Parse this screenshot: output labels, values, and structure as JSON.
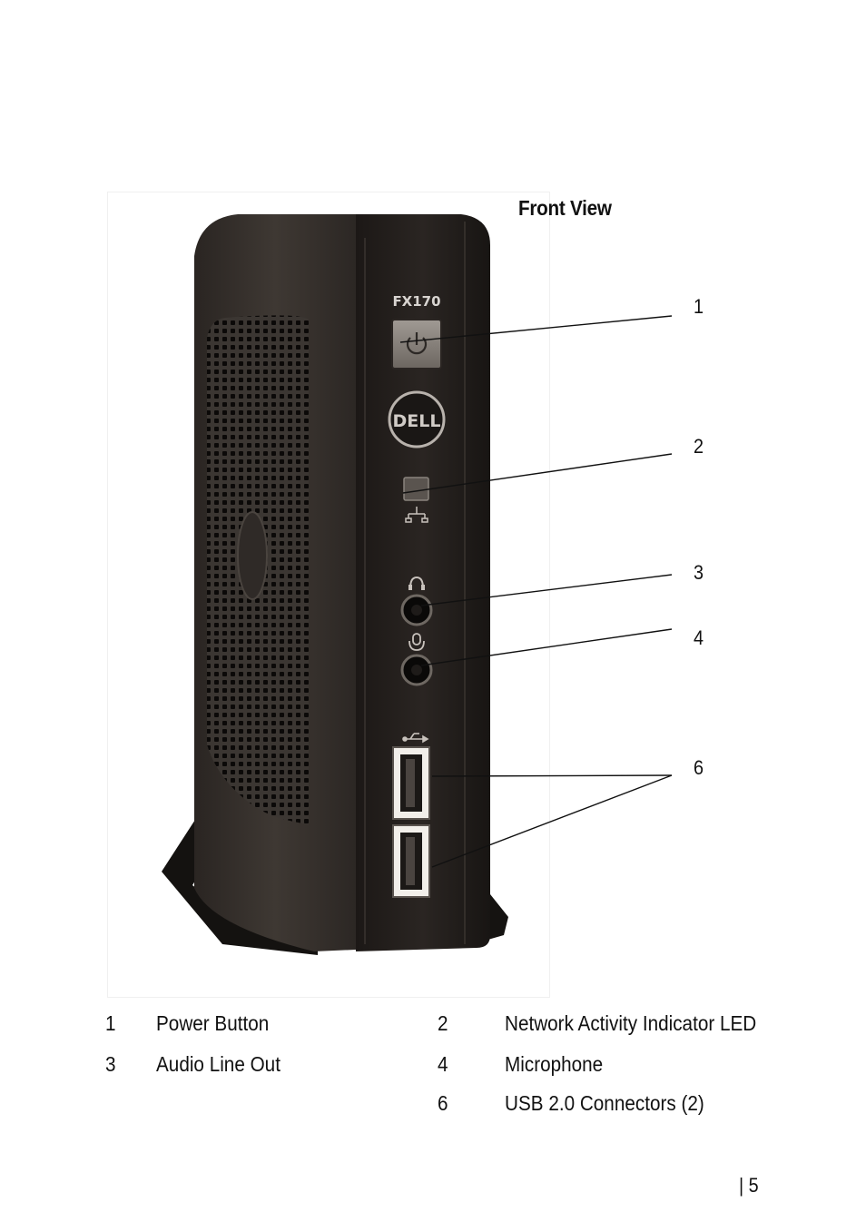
{
  "figure": {
    "title": "Front View",
    "device": {
      "model_label": "FX170",
      "brand_label": "DELL"
    },
    "callouts": [
      "1",
      "2",
      "3",
      "4",
      "6"
    ]
  },
  "legend": [
    {
      "num": "1",
      "label": "Power Button"
    },
    {
      "num": "2",
      "label": "Network Activity Indicator LED"
    },
    {
      "num": "3",
      "label": "Audio Line Out"
    },
    {
      "num": "4",
      "label": "Microphone"
    },
    {
      "num": "6",
      "label": "USB 2.0 Connectors (2)"
    }
  ],
  "page_number": "| 5"
}
